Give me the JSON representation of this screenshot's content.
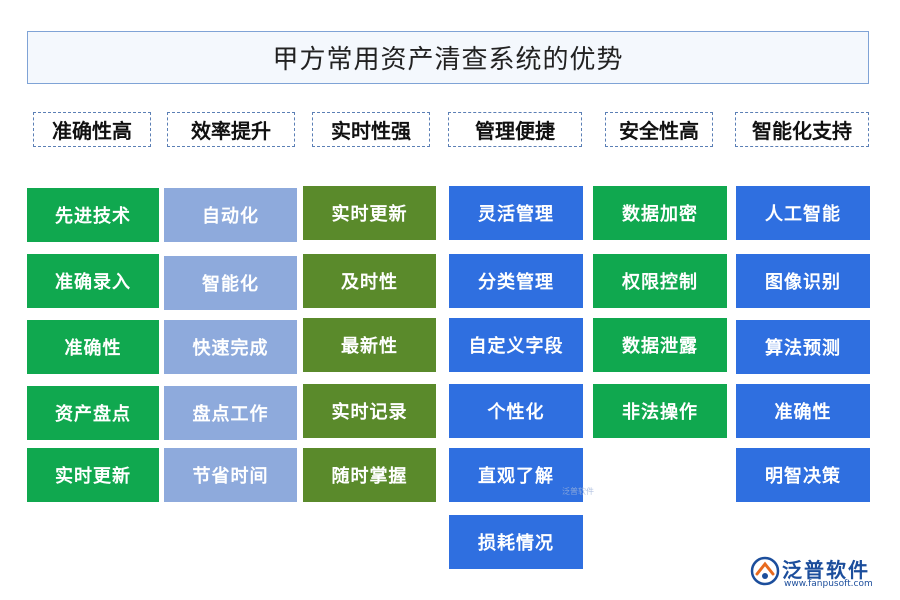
{
  "title": "甲方常用资产清查系统的优势",
  "categories": [
    "准确性高",
    "效率提升",
    "实时性强",
    "管理便捷",
    "安全性高",
    "智能化支持"
  ],
  "columns": [
    [
      "先进技术",
      "准确录入",
      "准确性",
      "资产盘点",
      "实时更新"
    ],
    [
      "自动化",
      "智能化",
      "快速完成",
      "盘点工作",
      "节省时间"
    ],
    [
      "实时更新",
      "及时性",
      "最新性",
      "实时记录",
      "随时掌握"
    ],
    [
      "灵活管理",
      "分类管理",
      "自定义字段",
      "个性化",
      "直观了解",
      "损耗情况"
    ],
    [
      "数据加密",
      "权限控制",
      "数据泄露",
      "非法操作"
    ],
    [
      "人工智能",
      "图像识别",
      "算法预测",
      "准确性",
      "明智决策"
    ]
  ],
  "colors": {
    "green": "#10a84f",
    "light_blue": "#8eaadc",
    "olive": "#5a8a2b",
    "blue": "#2f6fe0"
  },
  "logo": {
    "name": "泛普软件",
    "url": "www.fanpusoft.com",
    "icon": "fanpu-logo-icon"
  },
  "watermark": "泛普软件"
}
